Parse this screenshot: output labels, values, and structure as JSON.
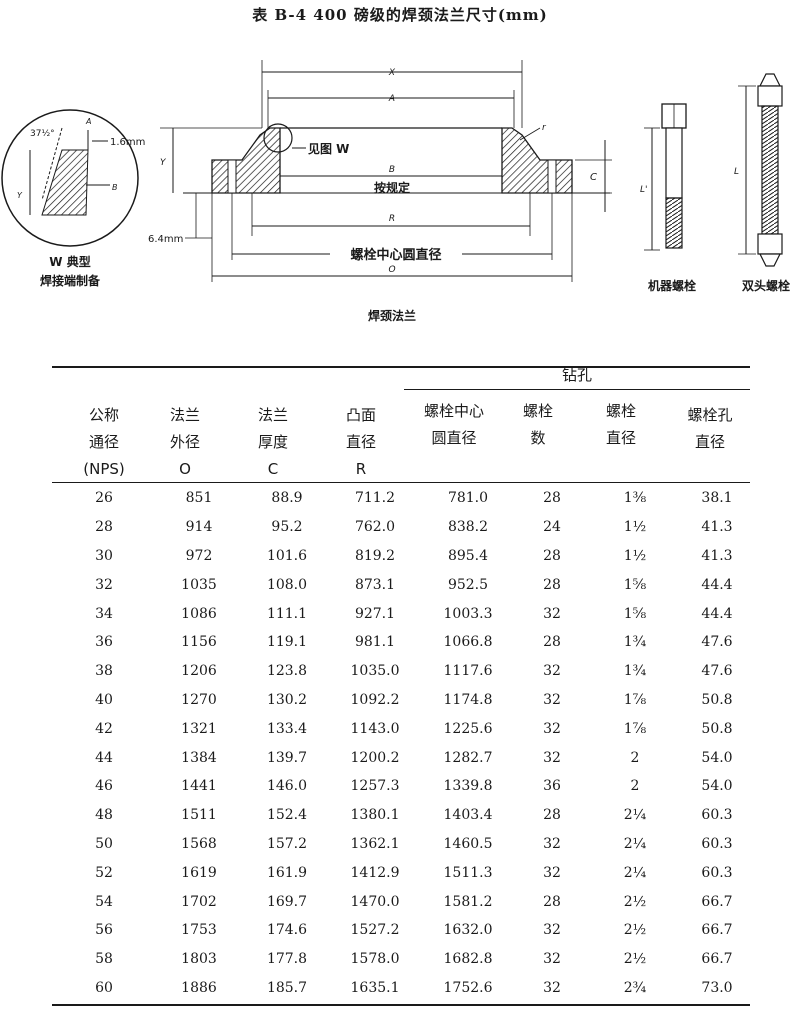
{
  "title": "表 B-4  400 磅级的焊颈法兰尺寸(mm)",
  "diagram": {
    "labels": {
      "x": "X",
      "a": "A",
      "b": "B",
      "r_small": "r",
      "c": "C",
      "y": "Y",
      "r": "R",
      "o": "O",
      "l_prime": "L'",
      "l": "L",
      "angle": "37½°",
      "gap": "1.6mm",
      "land": "6.4mm",
      "see_w": "见图 W",
      "per_spec": "按规定",
      "bolt_circle": "螺栓中心圆直径",
      "detail_line1": "W 典型",
      "detail_line2": "焊接端制备",
      "flange_caption": "焊颈法兰",
      "machine_bolt": "机器螺栓",
      "stud_bolt": "双头螺栓"
    }
  },
  "table": {
    "group_header": "钻孔",
    "headers": [
      [
        "公称",
        "通径",
        "(NPS)"
      ],
      [
        "法兰",
        "外径",
        "O"
      ],
      [
        "法兰",
        "厚度",
        "C"
      ],
      [
        "凸面",
        "直径",
        "R"
      ],
      [
        "螺栓中心",
        "圆直径"
      ],
      [
        "螺栓",
        "数"
      ],
      [
        "螺栓",
        "直径"
      ],
      [
        "螺栓孔",
        "直径"
      ]
    ],
    "rows": [
      [
        "26",
        "851",
        "88.9",
        "711.2",
        "781.0",
        "28",
        "1⅜",
        "38.1"
      ],
      [
        "28",
        "914",
        "95.2",
        "762.0",
        "838.2",
        "24",
        "1½",
        "41.3"
      ],
      [
        "30",
        "972",
        "101.6",
        "819.2",
        "895.4",
        "28",
        "1½",
        "41.3"
      ],
      [
        "32",
        "1035",
        "108.0",
        "873.1",
        "952.5",
        "28",
        "1⅝",
        "44.4"
      ],
      [
        "34",
        "1086",
        "111.1",
        "927.1",
        "1003.3",
        "32",
        "1⅝",
        "44.4"
      ],
      [
        "36",
        "1156",
        "119.1",
        "981.1",
        "1066.8",
        "28",
        "1¾",
        "47.6"
      ],
      [
        "38",
        "1206",
        "123.8",
        "1035.0",
        "1117.6",
        "32",
        "1¾",
        "47.6"
      ],
      [
        "40",
        "1270",
        "130.2",
        "1092.2",
        "1174.8",
        "32",
        "1⅞",
        "50.8"
      ],
      [
        "42",
        "1321",
        "133.4",
        "1143.0",
        "1225.6",
        "32",
        "1⅞",
        "50.8"
      ],
      [
        "44",
        "1384",
        "139.7",
        "1200.2",
        "1282.7",
        "32",
        "2",
        "54.0"
      ],
      [
        "46",
        "1441",
        "146.0",
        "1257.3",
        "1339.8",
        "36",
        "2",
        "54.0"
      ],
      [
        "48",
        "1511",
        "152.4",
        "1380.1",
        "1403.4",
        "28",
        "2¼",
        "60.3"
      ],
      [
        "50",
        "1568",
        "157.2",
        "1362.1",
        "1460.5",
        "32",
        "2¼",
        "60.3"
      ],
      [
        "52",
        "1619",
        "161.9",
        "1412.9",
        "1511.3",
        "32",
        "2¼",
        "60.3"
      ],
      [
        "54",
        "1702",
        "169.7",
        "1470.0",
        "1581.2",
        "28",
        "2½",
        "66.7"
      ],
      [
        "56",
        "1753",
        "174.6",
        "1527.2",
        "1632.0",
        "32",
        "2½",
        "66.7"
      ],
      [
        "58",
        "1803",
        "177.8",
        "1578.0",
        "1682.8",
        "32",
        "2½",
        "66.7"
      ],
      [
        "60",
        "1886",
        "185.7",
        "1635.1",
        "1752.6",
        "32",
        "2¾",
        "73.0"
      ]
    ]
  }
}
